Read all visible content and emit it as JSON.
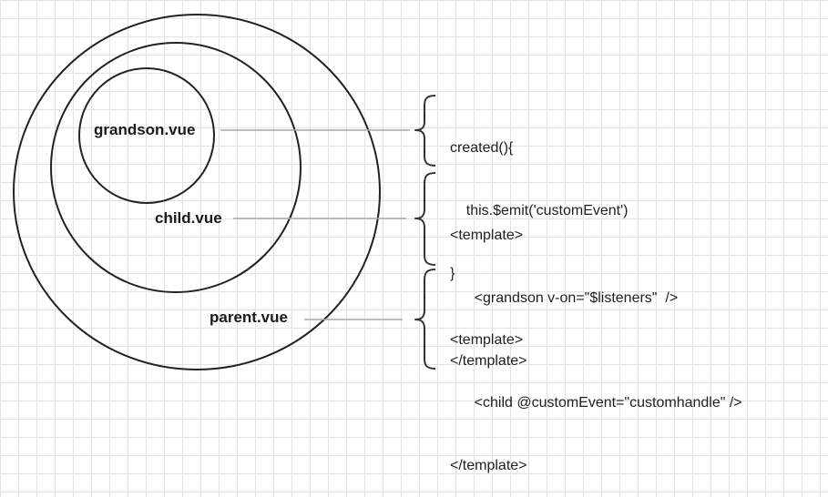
{
  "labels": {
    "grandson": "grandson.vue",
    "child": "child.vue",
    "parent": "parent.vue"
  },
  "code_blocks": {
    "grandson": [
      "created(){",
      "    this.$emit('customEvent')",
      "}"
    ],
    "child": [
      "<template>",
      "      <grandson v-on=\"$listeners\"  />",
      "</template>"
    ],
    "parent": [
      "<template>",
      "      <child @customEvent=\"customhandle\" />",
      "</template>"
    ]
  }
}
